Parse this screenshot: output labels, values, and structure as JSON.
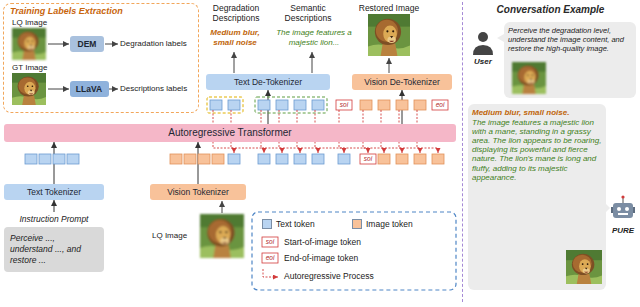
{
  "diagram": {
    "nodes": [
      {
        "text": [
          "Training Labels Extraction"
        ]
      },
      {
        "text": [
          "DEM"
        ],
        "in": 0
      },
      {
        "text": [
          "LLaVA"
        ],
        "in": 0
      },
      {
        "text": [
          "Text De-Tokenizer"
        ]
      },
      {
        "text": [
          "Vision De-Tokenizer"
        ]
      },
      {
        "text": [
          "Autoregressive Transformer"
        ]
      },
      {
        "text": [
          "Text Tokenizer"
        ]
      },
      {
        "text": [
          "Vision Tokenizer"
        ]
      },
      {
        "text": [
          "Instruction Prompt",
          "Perceive ..., understand ..., and restore ..."
        ]
      },
      {
        "text": [
          "Conversation Example"
        ]
      },
      {
        "text": [
          "Perceive the degradation level, understand the image content, and restore the high-quality image."
        ],
        "in": 9
      },
      {
        "text": [
          "Medium blur, small noise.",
          "The image features a majestic lion with a mane, standing in a grassy area. The lion appears to be roaring, displaying its powerful and fierce nature. The lion's mane is long and fluffy, adding to its majestic appearance."
        ],
        "in": 9
      }
    ],
    "edges": [
      {
        "from": 8,
        "to": 6,
        "arrow": "to"
      },
      {
        "from": 6,
        "to": 5,
        "arrow": "to"
      },
      {
        "from": 7,
        "to": 5,
        "arrow": "to"
      },
      {
        "from": 5,
        "to": 3,
        "arrow": "to"
      },
      {
        "from": 5,
        "to": 4,
        "arrow": "to"
      }
    ],
    "labels": [
      "LQ Image",
      "Degradation labels",
      "GT Image",
      "Descriptions labels",
      "Degradation Descriptions",
      "Semantic Descriptions",
      "Restored Image",
      "Medium blur, small noise",
      "The image features a majestic lion...",
      "soi",
      "eoi",
      "soi",
      "LQ Image",
      "soi",
      "eoi",
      "User",
      "PURE"
    ],
    "legend": [
      {
        "text": "Text token",
        "color": "#b9d4f1"
      },
      {
        "text": "Image token",
        "color": "#f8c29a"
      },
      {
        "text": "Start-of-image token"
      },
      {
        "text": "End-of-image token"
      },
      {
        "text": "Autoregressive Process"
      }
    ]
  }
}
